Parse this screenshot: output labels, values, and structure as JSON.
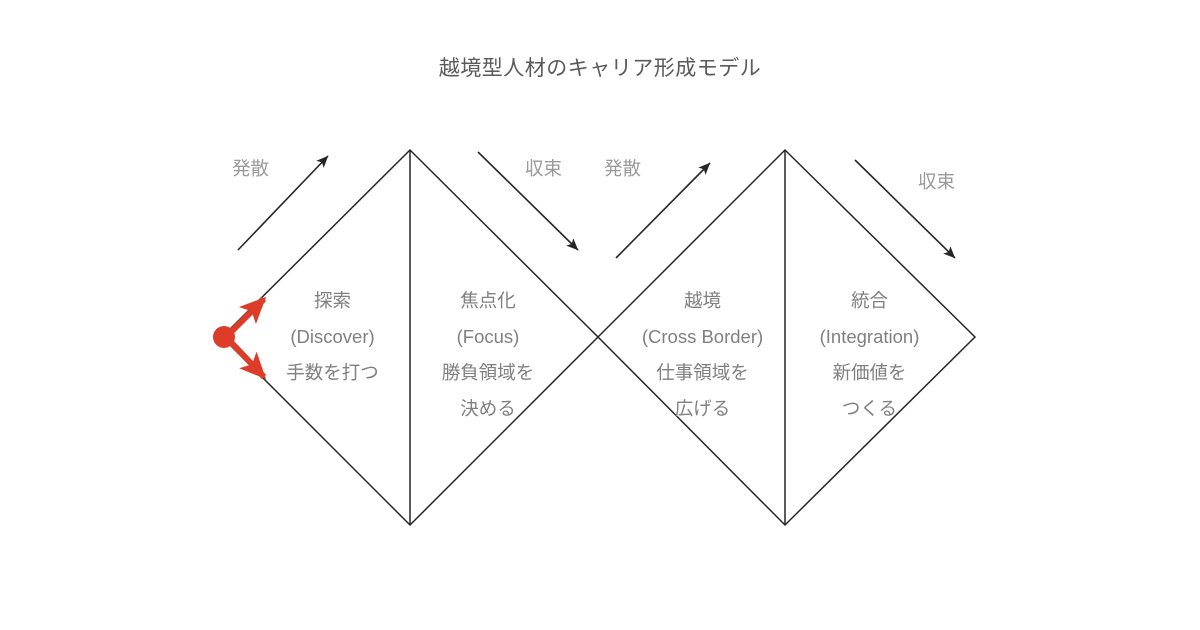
{
  "title": "越境型人材のキャリア形成モデル",
  "colors": {
    "background": "#ffffff",
    "line": "#262626",
    "title_text": "#5a5a5a",
    "phase_text": "#808080",
    "flow_text": "#9a9a9a",
    "accent_red": "#dc3c28"
  },
  "phases": [
    {
      "ja": "探索",
      "en": "(Discover)",
      "desc_line1": "手数を打つ",
      "desc_line2": ""
    },
    {
      "ja": "焦点化",
      "en": "(Focus)",
      "desc_line1": "勝負領域を",
      "desc_line2": "決める"
    },
    {
      "ja": "越境",
      "en": "(Cross Border)",
      "desc_line1": "仕事領域を",
      "desc_line2": "広げる"
    },
    {
      "ja": "統合",
      "en": "(Integration)",
      "desc_line1": "新価値を",
      "desc_line2": "つくる"
    }
  ],
  "flows": [
    {
      "label": "発散",
      "direction": "diverge"
    },
    {
      "label": "収束",
      "direction": "converge"
    },
    {
      "label": "発散",
      "direction": "diverge"
    },
    {
      "label": "収束",
      "direction": "converge"
    }
  ],
  "start_marker": {
    "name": "start-point",
    "color": "#dc3c28"
  }
}
